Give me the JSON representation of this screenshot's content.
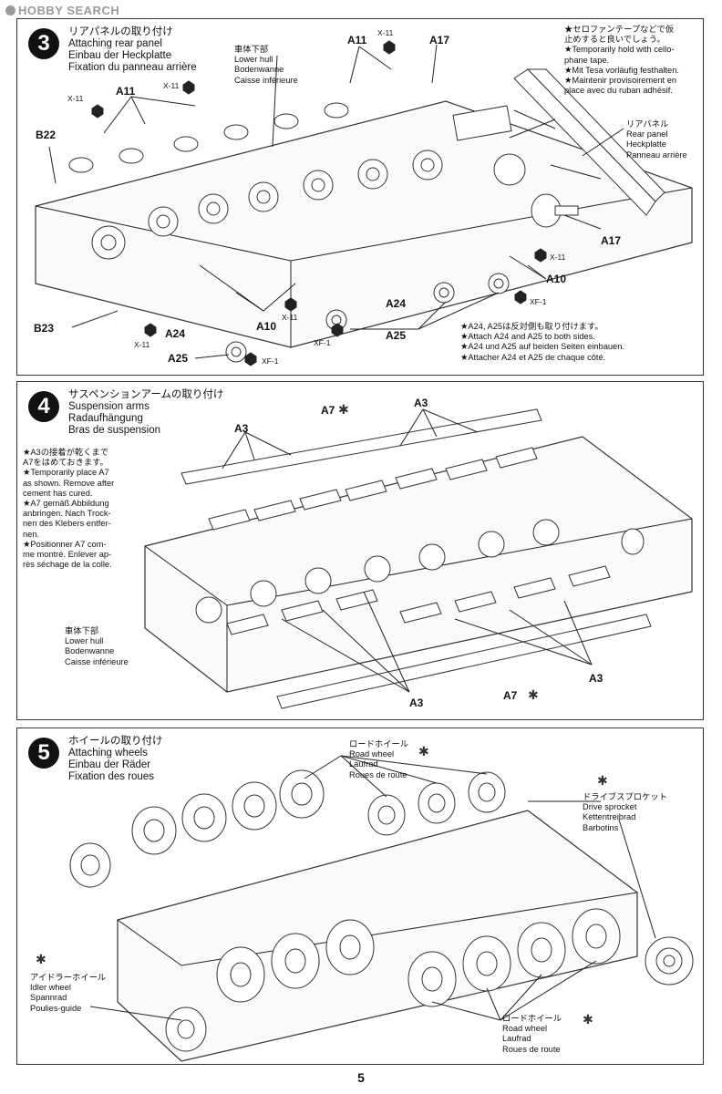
{
  "watermark": "HOBBY SEARCH",
  "page_number": "5",
  "step3": {
    "number": "3",
    "title_ja": "リアパネルの取り付け",
    "title_en": "Attaching rear panel",
    "title_de": "Einbau der Heckplatte",
    "title_fr": "Fixation du panneau arrière",
    "hull_ja": "車体下部",
    "hull_en": "Lower hull",
    "hull_de": "Bodenwanne",
    "hull_fr": "Caisse inférieure",
    "tape_note": [
      "★セロファンテープなどで仮",
      "止めすると良いでしょう。",
      "★Temporarily hold with cello-",
      "phane tape.",
      "★Mit Tesa vorläufig festhalten.",
      "★Maintenir provisoirement en",
      "place avec du ruban adhésif."
    ],
    "panel_ja": "リアパネル",
    "panel_en": "Rear panel",
    "panel_de": "Heckplatte",
    "panel_fr": "Panneau arrière",
    "labels": {
      "a11_1": "A11",
      "a11_2": "A11",
      "a17_1": "A17",
      "a17_2": "A17",
      "b22": "B22",
      "b23": "B23",
      "a24_1": "A24",
      "a24_2": "A24",
      "a25_1": "A25",
      "a25_2": "A25",
      "a10_1": "A10",
      "a10_2": "A10",
      "x11_1": "X-11",
      "x11_2": "X-11",
      "x11_3": "X-11",
      "x11_4": "X-11",
      "x11_5": "X-11",
      "x11_6": "X-11",
      "xf1_1": "XF-1",
      "xf1_2": "XF-1",
      "xf1_3": "XF-1"
    },
    "both_sides_note": [
      "★A24, A25は反対側も取り付けます。",
      "★Attach A24 and A25 to both sides.",
      "★A24 und A25 auf beiden Seiten einbauen.",
      "★Attacher A24 et A25 de chaque côté."
    ]
  },
  "step4": {
    "number": "4",
    "title_ja": "サスペンションアームの取り付け",
    "title_en": "Suspension arms",
    "title_de": "Radaufhängung",
    "title_fr": "Bras de suspension",
    "note": [
      "★A3の接着が乾くまで",
      "A7をはめておきます。",
      "★Temporarily place A7",
      "as shown. Remove after",
      "cement has cured.",
      "★A7 gemäß Abbildung",
      "anbringen. Nach Trock-",
      "nen des Klebers entfer-",
      "nen.",
      "★Positionner A7 com-",
      "me montré. Enlever ap-",
      "rès séchage de la colle."
    ],
    "hull_ja": "車体下部",
    "hull_en": "Lower hull",
    "hull_de": "Bodenwanne",
    "hull_fr": "Caisse inférieure",
    "labels": {
      "a7_1": "A7",
      "a7_2": "A7",
      "a3_1": "A3",
      "a3_2": "A3",
      "a3_3": "A3",
      "a3_4": "A3"
    }
  },
  "step5": {
    "number": "5",
    "title_ja": "ホイールの取り付け",
    "title_en": "Attaching wheels",
    "title_de": "Einbau der Räder",
    "title_fr": "Fixation des roues",
    "road_top": [
      "ロードホイール",
      "Road wheel",
      "Laufrad",
      "Roues de route"
    ],
    "sprocket": [
      "ドライブスプロケット",
      "Drive sprocket",
      "Kettentreibrad",
      "Barbotins"
    ],
    "idler": [
      "アイドラーホイール",
      "Idler wheel",
      "Spannrad",
      "Poulies-guide"
    ],
    "road_bottom": [
      "ロードホイール",
      "Road wheel",
      "Laufrad",
      "Roues de route"
    ]
  }
}
